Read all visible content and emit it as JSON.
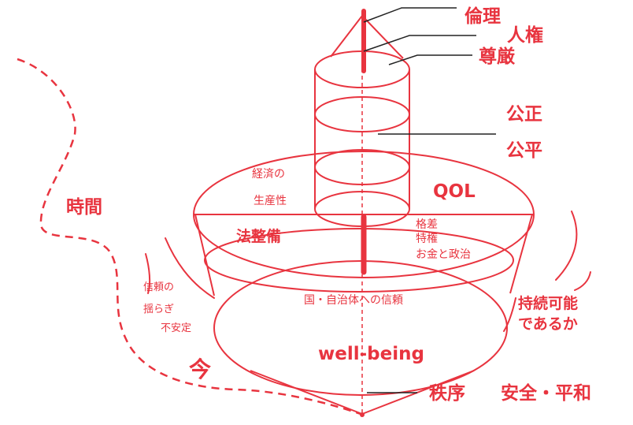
{
  "colors": {
    "primary": "#e8343f",
    "leader": "#222222"
  },
  "labels": {
    "rinri": "倫理",
    "jinken": "人権",
    "songen": "尊厳",
    "kousei": "公正",
    "kouhei": "公平",
    "qol": "QOL",
    "keizai_1": "経済の",
    "keizai_2": "生産性",
    "kakusa_1": "格差",
    "kakusa_2": "特権",
    "kakusa_3": "お金と政治",
    "houseibi": "法整備",
    "kuni": "国・自治体への信頼",
    "jikan": "時間",
    "shinrai_1": "信頼の",
    "shinrai_2": "揺らぎ",
    "shinrai_3": "不安定",
    "jizoku_1": "持続可能",
    "jizoku_2": "であるか",
    "wellbeing": "well-being",
    "ima": "今",
    "chitsujo": "秩序",
    "anzen": "安全・平和"
  }
}
